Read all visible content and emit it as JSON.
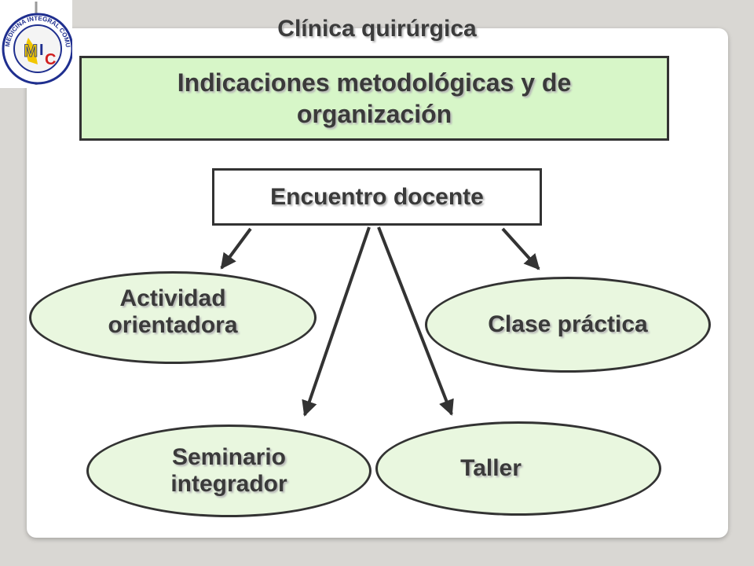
{
  "title": "Clínica quirúrgica",
  "banner": {
    "line1": "Indicaciones metodológicas y de",
    "line2": "organización"
  },
  "center_node": "Encuentro docente",
  "nodes": {
    "actividad": {
      "line1": "Actividad",
      "line2": "orientadora"
    },
    "clase": {
      "label": "Clase práctica"
    },
    "seminario": {
      "line1": "Seminario",
      "line2": "integrador"
    },
    "taller": {
      "label": "Taller"
    }
  },
  "logo": {
    "ring_text": "MEDICINA INTEGRAL COMUNITARIA",
    "letters": [
      "M",
      "I",
      "C"
    ]
  },
  "colors": {
    "banner_fill": "#d7f6c8",
    "node_fill": "#e9f7df",
    "border": "#333333",
    "background": "#d9d7d3"
  }
}
